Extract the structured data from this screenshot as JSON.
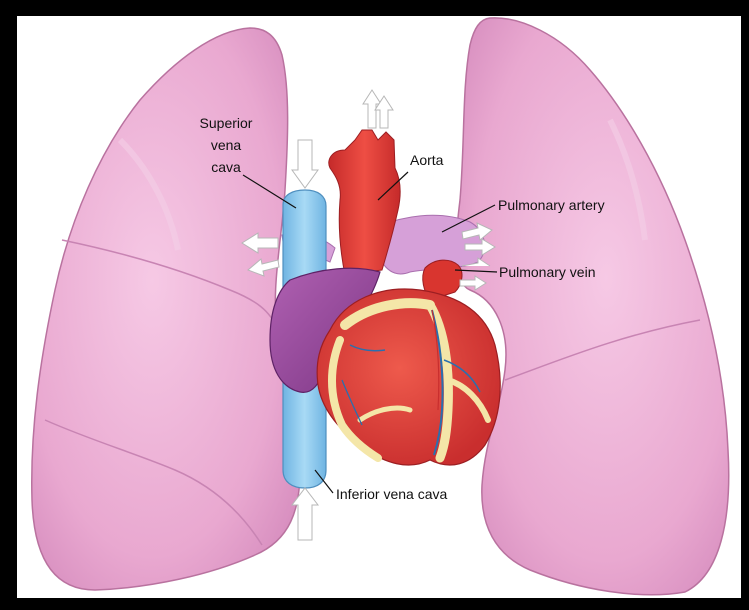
{
  "labels": {
    "superior_vena_cava": [
      "Superior",
      "vena",
      "cava"
    ],
    "aorta": "Aorta",
    "pulmonary_artery": "Pulmonary artery",
    "pulmonary_vein": "Pulmonary vein",
    "inferior_vena_cava": "Inferior vena cava"
  },
  "colors": {
    "lung": "#e9a8d0",
    "lung_shade": "#d98ec0",
    "lung_edge": "#b9729f",
    "vena_cava": "#8ec9ec",
    "aorta": "#dd3a34",
    "pulmonary_artery": "#d6a0d8",
    "heart": "#e0423a",
    "atrium": "#9b4aa0",
    "fat": "#f4e6a8",
    "coronary_vessel": "#2a6fae",
    "background": "#ffffff",
    "frame": "#000000"
  }
}
